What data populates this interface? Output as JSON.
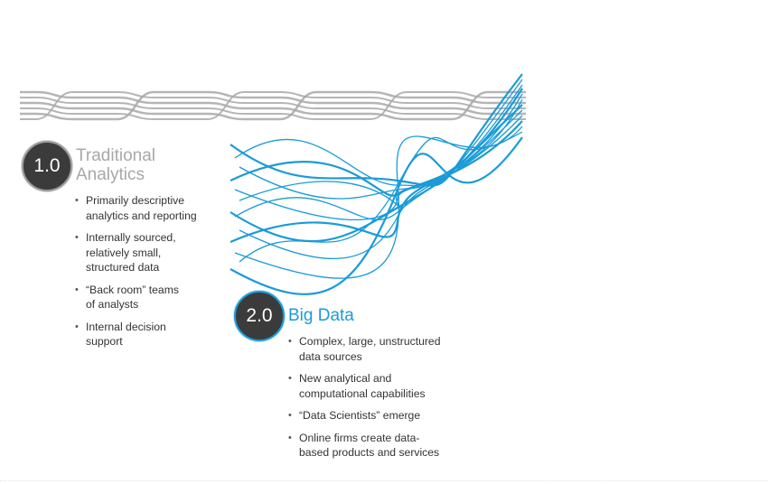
{
  "colors": {
    "traditional": "#a8a8a8",
    "bigdata": "#1a9bd7",
    "badge_fill": "#3b3b3b"
  },
  "traditional": {
    "badge": "1.0",
    "title_line1": "Traditional",
    "title_line2": "Analytics",
    "bullets": [
      {
        "line1": "Primarily descriptive",
        "line2": "analytics and reporting"
      },
      {
        "line1": "Internally sourced,",
        "line2": "relatively small,",
        "line3": "structured data"
      },
      {
        "line1": "“Back room” teams",
        "line2": "of analysts"
      },
      {
        "line1": "Internal decision",
        "line2": "support"
      }
    ]
  },
  "bigdata": {
    "badge": "2.0",
    "title": "Big Data",
    "bullets": [
      {
        "line1": "Complex, large, unstructured",
        "line2": "data sources"
      },
      {
        "line1": "New analytical and",
        "line2": "computational capabilities"
      },
      {
        "line1": "“Data Scientists” emerge"
      },
      {
        "line1": "Online firms create data-",
        "line2": "based products and services"
      }
    ]
  }
}
